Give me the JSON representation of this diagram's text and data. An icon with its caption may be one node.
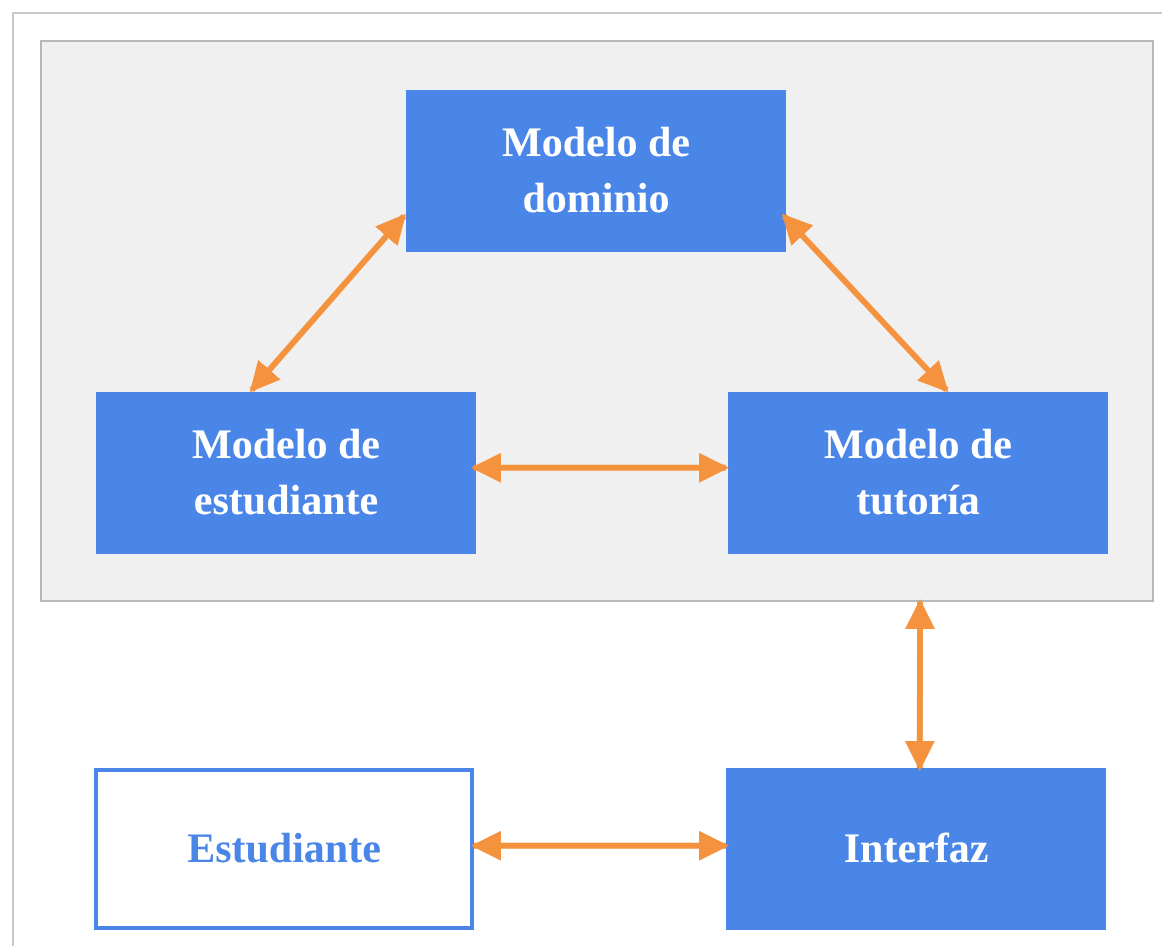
{
  "diagram": {
    "nodes": [
      {
        "text": [],
        "shape": "box"
      },
      {
        "text": [
          "Modelo de dominio"
        ],
        "in": 0
      },
      {
        "text": [
          "Modelo de estudiante"
        ],
        "in": 0
      },
      {
        "text": [
          "Modelo de tutoría"
        ],
        "in": 0
      },
      {
        "text": [
          "Estudiante"
        ]
      },
      {
        "text": [
          "Interfaz"
        ]
      }
    ],
    "edges": [
      {
        "from": 1,
        "to": 2,
        "arrow": "both"
      },
      {
        "from": 1,
        "to": 3,
        "arrow": "both"
      },
      {
        "from": 2,
        "to": 3,
        "arrow": "both"
      },
      {
        "from": 0,
        "to": 5,
        "arrow": "both"
      },
      {
        "from": 4,
        "to": 5,
        "arrow": "both"
      }
    ]
  }
}
